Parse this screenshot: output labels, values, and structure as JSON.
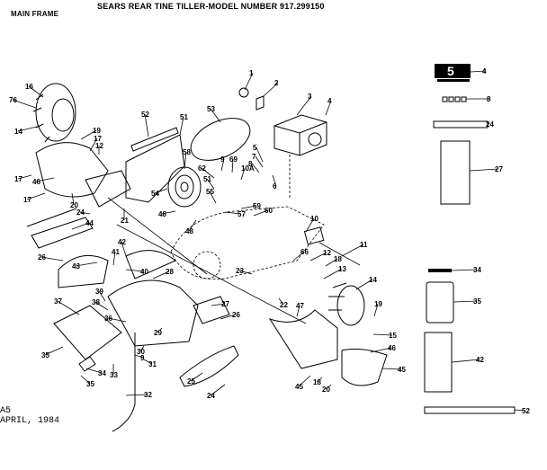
{
  "header": {
    "title": "SEARS REAR TINE TILLER-MODEL NUMBER 917.299150",
    "section": "MAIN FRAME"
  },
  "footer": {
    "code": "A5",
    "date": "APRIL, 1984"
  },
  "decal_text": {
    "big_number": "5"
  },
  "callouts": [
    "1",
    "2",
    "3",
    "4",
    "5",
    "7",
    "8",
    "6",
    "9",
    "69",
    "10A",
    "62",
    "51",
    "55",
    "57",
    "59",
    "60",
    "58",
    "54",
    "48",
    "48",
    "53",
    "52",
    "51",
    "10",
    "11",
    "12",
    "18",
    "13",
    "14",
    "19",
    "15",
    "46",
    "45",
    "47",
    "22",
    "23",
    "66",
    "18",
    "20",
    "45",
    "27",
    "26",
    "25",
    "24",
    "28",
    "40",
    "41",
    "42",
    "43",
    "26",
    "39",
    "38",
    "36",
    "37",
    "35",
    "34",
    "35",
    "33",
    "32",
    "29",
    "30",
    "31",
    "9",
    "44",
    "24",
    "21",
    "20",
    "17",
    "46",
    "17",
    "19",
    "17",
    "12",
    "16",
    "76",
    "14",
    "4",
    "8",
    "24",
    "27",
    "34",
    "35",
    "42",
    "52"
  ]
}
